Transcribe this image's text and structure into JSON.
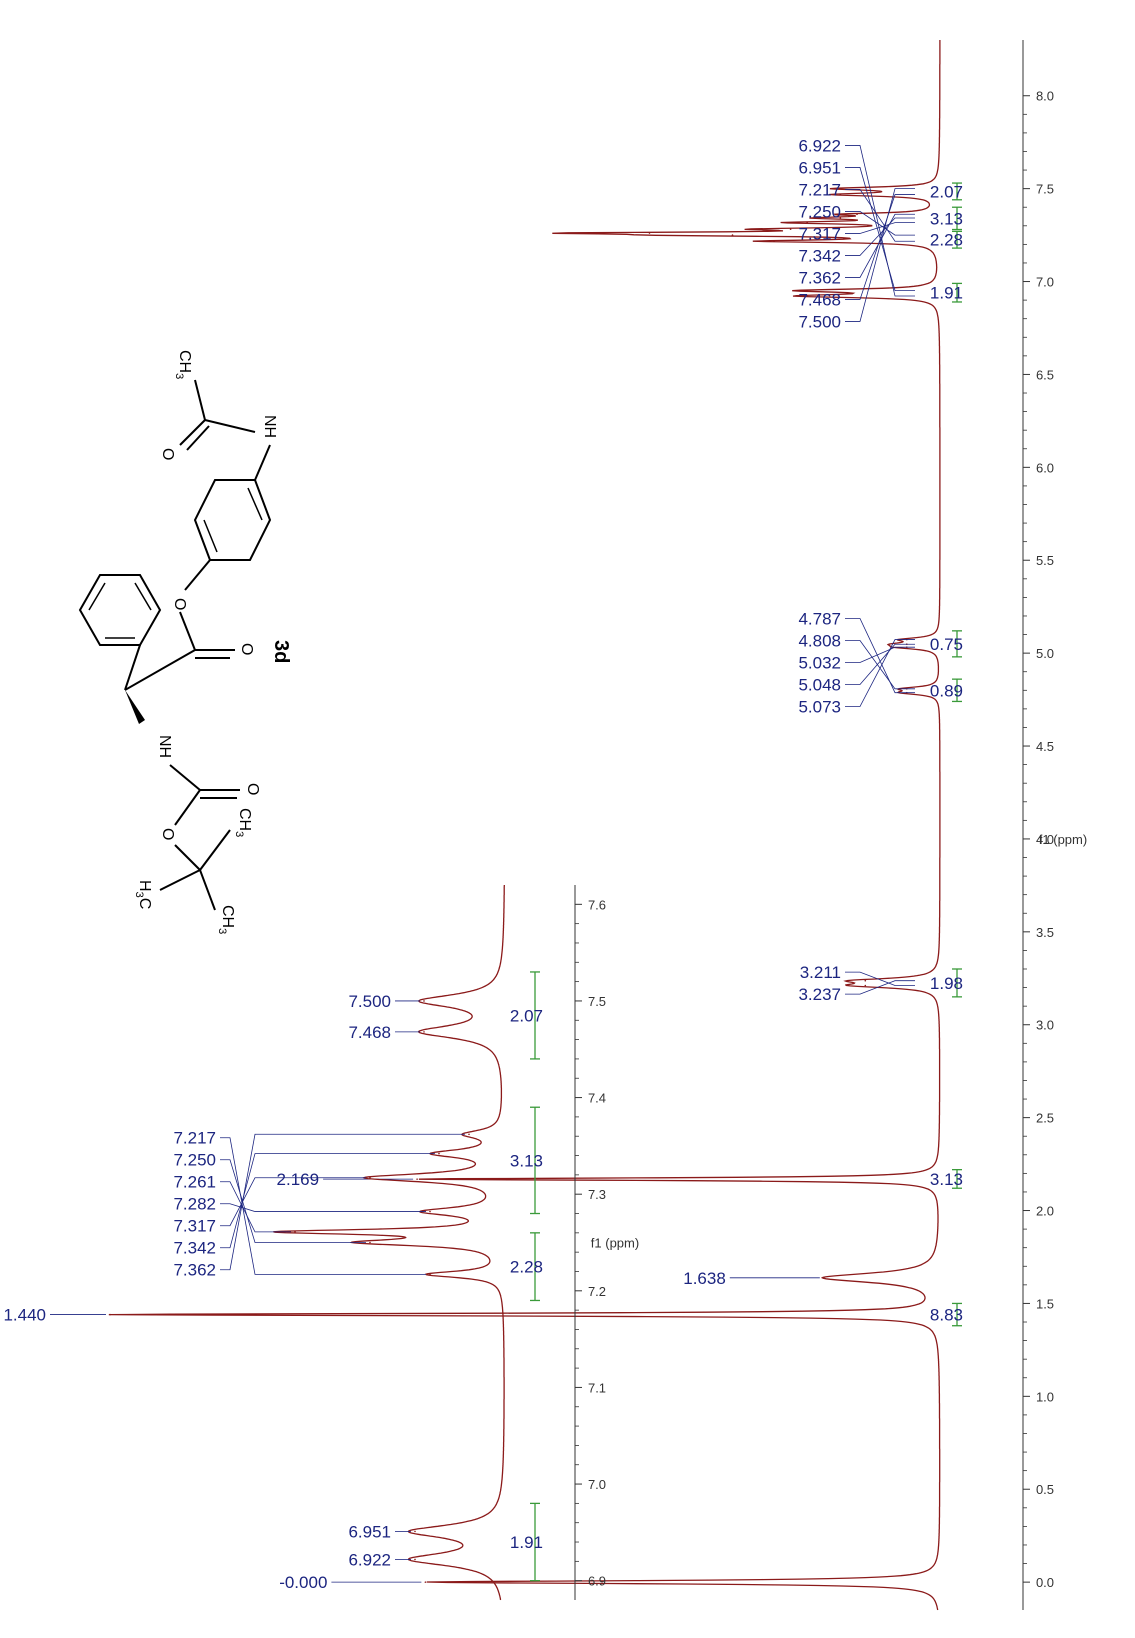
{
  "chart_data": [
    {
      "type": "line",
      "name_role": "main-spectrum",
      "xlabel": "f1 (ppm)",
      "xlim": [
        8.3,
        -0.15
      ],
      "x_ticks": [
        "8.0",
        "7.5",
        "7.0",
        "6.5",
        "6.0",
        "5.5",
        "5.0",
        "4.5",
        "4.0",
        "3.5",
        "3.0",
        "2.5",
        "2.0",
        "1.5",
        "1.0",
        "0.5",
        "0.0"
      ],
      "x_tick_values": [
        8.0,
        7.5,
        7.0,
        6.5,
        6.0,
        5.5,
        5.0,
        4.5,
        4.0,
        3.5,
        3.0,
        2.5,
        2.0,
        1.5,
        1.0,
        0.5,
        0.0
      ],
      "peaks": [
        {
          "ppm": 0.0,
          "height": 0.62,
          "width": 0.01
        },
        {
          "ppm": 1.44,
          "height": 1.0,
          "width": 0.008
        },
        {
          "ppm": 1.638,
          "height": 0.14,
          "width": 0.03
        },
        {
          "ppm": 2.169,
          "height": 0.63,
          "width": 0.008
        },
        {
          "ppm": 3.211,
          "height": 0.09,
          "width": 0.015
        },
        {
          "ppm": 3.237,
          "height": 0.09,
          "width": 0.015
        },
        {
          "ppm": 4.787,
          "height": 0.04,
          "width": 0.012
        },
        {
          "ppm": 4.808,
          "height": 0.04,
          "width": 0.012
        },
        {
          "ppm": 5.032,
          "height": 0.04,
          "width": 0.012
        },
        {
          "ppm": 5.048,
          "height": 0.04,
          "width": 0.012
        },
        {
          "ppm": 5.073,
          "height": 0.04,
          "width": 0.012
        },
        {
          "ppm": 6.922,
          "height": 0.16,
          "width": 0.01
        },
        {
          "ppm": 6.951,
          "height": 0.16,
          "width": 0.01
        },
        {
          "ppm": 7.217,
          "height": 0.2,
          "width": 0.008
        },
        {
          "ppm": 7.25,
          "height": 0.25,
          "width": 0.008
        },
        {
          "ppm": 7.261,
          "height": 0.35,
          "width": 0.006
        },
        {
          "ppm": 7.282,
          "height": 0.18,
          "width": 0.008
        },
        {
          "ppm": 7.317,
          "height": 0.16,
          "width": 0.008
        },
        {
          "ppm": 7.342,
          "height": 0.12,
          "width": 0.008
        },
        {
          "ppm": 7.362,
          "height": 0.1,
          "width": 0.008
        },
        {
          "ppm": 7.468,
          "height": 0.12,
          "width": 0.01
        },
        {
          "ppm": 7.5,
          "height": 0.12,
          "width": 0.01
        }
      ],
      "peak_labels": [
        {
          "text": "-0.000",
          "ppm": 0.0
        },
        {
          "text": "1.440",
          "ppm": 1.44
        },
        {
          "text": "1.638",
          "ppm": 1.638
        },
        {
          "text": "2.169",
          "ppm": 2.169
        }
      ],
      "peak_label_groups": [
        {
          "labels": [
            "3.211",
            "3.237"
          ],
          "ppms": [
            3.211,
            3.237
          ]
        },
        {
          "labels": [
            "4.787",
            "4.808",
            "5.032",
            "5.048",
            "5.073"
          ],
          "ppms": [
            4.787,
            4.808,
            5.032,
            5.048,
            5.073
          ]
        },
        {
          "labels": [
            "6.922",
            "6.951",
            "7.217",
            "7.250",
            "7.317",
            "7.342",
            "7.362",
            "7.468",
            "7.500"
          ],
          "ppms": [
            6.922,
            6.951,
            7.217,
            7.25,
            7.317,
            7.342,
            7.362,
            7.468,
            7.5
          ]
        }
      ],
      "integrals": [
        {
          "label": "8.83",
          "from": 1.38,
          "to": 1.5
        },
        {
          "label": "3.13",
          "from": 2.12,
          "to": 2.22
        },
        {
          "label": "1.98",
          "from": 3.15,
          "to": 3.3
        },
        {
          "label": "0.89",
          "from": 4.74,
          "to": 4.86
        },
        {
          "label": "0.75",
          "from": 4.98,
          "to": 5.12
        },
        {
          "label": "1.91",
          "from": 6.89,
          "to": 6.99
        },
        {
          "label": "2.28",
          "from": 7.18,
          "to": 7.27
        },
        {
          "label": "3.13",
          "from": 7.28,
          "to": 7.4
        },
        {
          "label": "2.07",
          "from": 7.44,
          "to": 7.53
        }
      ]
    },
    {
      "type": "line",
      "name_role": "inset-aromatic",
      "xlabel": "f1 (ppm)",
      "xlim": [
        7.62,
        6.88
      ],
      "x_ticks": [
        "7.6",
        "7.5",
        "7.4",
        "7.3",
        "7.2",
        "7.1",
        "7.0",
        "6.9"
      ],
      "x_tick_values": [
        7.6,
        7.5,
        7.4,
        7.3,
        7.2,
        7.1,
        7.0,
        6.9
      ],
      "peaks": [
        {
          "ppm": 6.922,
          "height": 0.3,
          "width": 0.008
        },
        {
          "ppm": 6.951,
          "height": 0.3,
          "width": 0.008
        },
        {
          "ppm": 7.217,
          "height": 0.25,
          "width": 0.004
        },
        {
          "ppm": 7.25,
          "height": 0.45,
          "width": 0.004
        },
        {
          "ppm": 7.261,
          "height": 0.7,
          "width": 0.003
        },
        {
          "ppm": 7.282,
          "height": 0.25,
          "width": 0.005
        },
        {
          "ppm": 7.317,
          "height": 0.45,
          "width": 0.005
        },
        {
          "ppm": 7.342,
          "height": 0.22,
          "width": 0.005
        },
        {
          "ppm": 7.362,
          "height": 0.12,
          "width": 0.005
        },
        {
          "ppm": 7.468,
          "height": 0.27,
          "width": 0.008
        },
        {
          "ppm": 7.5,
          "height": 0.27,
          "width": 0.008
        }
      ],
      "peak_labels": [
        {
          "text": "6.922",
          "ppm": 6.922
        },
        {
          "text": "6.951",
          "ppm": 6.951
        },
        {
          "text": "7.468",
          "ppm": 7.468
        },
        {
          "text": "7.500",
          "ppm": 7.5
        }
      ],
      "peak_label_groups": [
        {
          "labels": [
            "7.217",
            "7.250",
            "7.261",
            "7.282",
            "7.317",
            "7.342",
            "7.362"
          ],
          "ppms": [
            7.217,
            7.25,
            7.261,
            7.282,
            7.317,
            7.342,
            7.362
          ]
        }
      ],
      "integrals": [
        {
          "label": "1.91",
          "from": 6.9,
          "to": 6.98
        },
        {
          "label": "2.28",
          "from": 7.19,
          "to": 7.26
        },
        {
          "label": "3.13",
          "from": 7.28,
          "to": 7.39
        },
        {
          "label": "2.07",
          "from": 7.44,
          "to": 7.53
        }
      ]
    }
  ],
  "structure": {
    "compound_label": "3d",
    "atoms": {
      "o_ester": "O",
      "o_carbonyl": "O",
      "nh": "NH",
      "o_boc_carbonyl": "O",
      "o_boc": "O",
      "ch3_a": "CH",
      "ch3_a_sub": "3",
      "ch3_b": "CH",
      "ch3_b_sub": "3",
      "h3c": "H",
      "h3c_sub": "3",
      "h3c_c": "C",
      "nh_amide": "NH",
      "o_amide": "O",
      "ch3_amide": "CH",
      "ch3_amide_sub": "3"
    }
  },
  "colors": {
    "spectrum": "#8b1a1a",
    "label": "#1c2580",
    "integral": "#3a9a3a",
    "axis": "#333333"
  }
}
